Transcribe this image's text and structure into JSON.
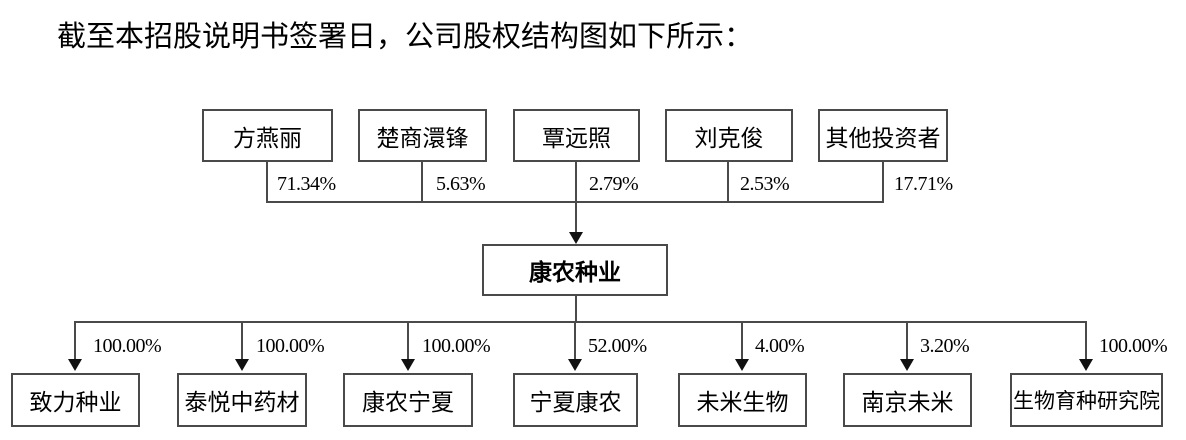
{
  "heading": "截至本招股说明书签署日，公司股权结构图如下所示：",
  "company": {
    "name": "康农种业"
  },
  "shareholders": [
    {
      "name": "方燕丽",
      "pct": "71.34%"
    },
    {
      "name": "楚商澴锋",
      "pct": "5.63%"
    },
    {
      "name": "覃远照",
      "pct": "2.79%"
    },
    {
      "name": "刘克俊",
      "pct": "2.53%"
    },
    {
      "name": "其他投资者",
      "pct": "17.71%"
    }
  ],
  "subsidiaries": [
    {
      "name": "致力种业",
      "pct": "100.00%"
    },
    {
      "name": "泰悦中药材",
      "pct": "100.00%"
    },
    {
      "name": "康农宁夏",
      "pct": "100.00%"
    },
    {
      "name": "宁夏康农",
      "pct": "52.00%"
    },
    {
      "name": "未米生物",
      "pct": "4.00%"
    },
    {
      "name": "南京未米",
      "pct": "3.20%"
    },
    {
      "name": "生物育种研究院",
      "pct": "100.00%"
    }
  ],
  "colors": {
    "line": "#4a4a4a",
    "text": "#000000",
    "background": "#ffffff"
  }
}
